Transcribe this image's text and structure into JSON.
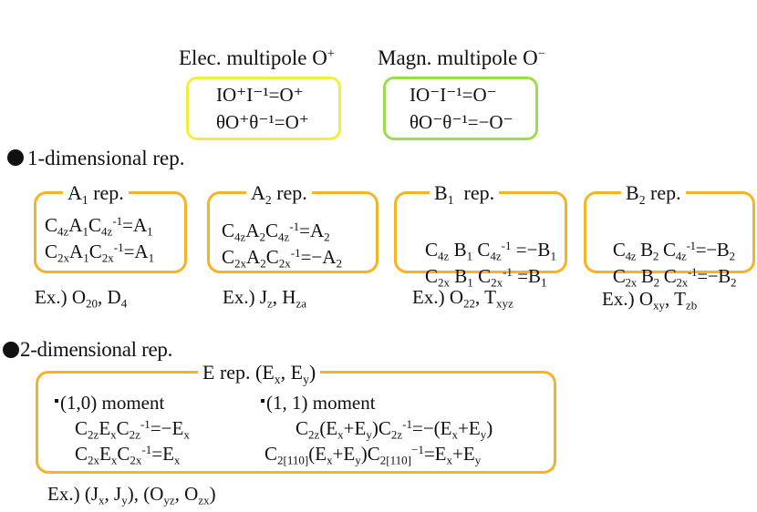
{
  "header": {
    "elec_label": "Elec. multipole O",
    "elec_sup": "+",
    "magn_label": "Magn. multipole O",
    "magn_sup": "−"
  },
  "box_elec": {
    "line1": "IO⁺I⁻¹=O⁺",
    "line2": "θO⁺θ⁻¹=O⁺"
  },
  "box_magn": {
    "line1": "IO⁻I⁻¹=O⁻",
    "line2": "θO⁻θ⁻¹=−O⁻"
  },
  "section1": {
    "heading": "1-dimensional rep."
  },
  "section2": {
    "heading": "2-dimensional rep."
  },
  "reps": {
    "a1": {
      "title": "A",
      "title_sub": "1",
      "title_suffix": " rep.",
      "eq1": {
        "c1": "C",
        "c1s": "4z",
        "x": "A",
        "xs": "1",
        "c2": "C",
        "c2s": "4z",
        "inv": "-1",
        "rhs": "=A",
        "rhs_s": "1"
      },
      "eq2": {
        "c1": "C",
        "c1s": "2x",
        "x": "A",
        "xs": "1",
        "c2": "C",
        "c2s": "2x",
        "inv": "-1",
        "rhs": "=A",
        "rhs_s": "1"
      },
      "ex": "Ex.) O",
      "ex_s1": "20",
      "ex_mid": ", D",
      "ex_s2": "4"
    },
    "a2": {
      "title": "A",
      "title_sub": "2",
      "title_suffix": " rep.",
      "eq1": {
        "c1": "C",
        "c1s": "4z",
        "x": "A",
        "xs": "2",
        "c2": "C",
        "c2s": "4z",
        "inv": "-1",
        "rhs": "=A",
        "rhs_s": "2"
      },
      "eq2": {
        "c1": "C",
        "c1s": "2x",
        "x": "A",
        "xs": "2",
        "c2": "C",
        "c2s": "2x",
        "inv": "-1",
        "rhs": "=−A",
        "rhs_s": "2"
      },
      "ex": "Ex.) J",
      "ex_s1": "z",
      "ex_mid": ", H",
      "ex_s2": "za"
    },
    "b1": {
      "title": "B",
      "title_sub": "1",
      "title_suffix": "  rep.",
      "eq1": {
        "c1": "C",
        "c1s": "4z",
        "x": " B",
        "xs": "1",
        "c2": " C",
        "c2s": "4z",
        "inv": "-1",
        "rhs": " =−B",
        "rhs_s": "1"
      },
      "eq2": {
        "c1": "C",
        "c1s": "2x",
        "x": " B",
        "xs": "1",
        "c2": " C",
        "c2s": "2x",
        "inv": "-1",
        "rhs": " =B",
        "rhs_s": "1"
      },
      "ex": "Ex.) O",
      "ex_s1": "22",
      "ex_mid": ", T",
      "ex_s2": "xyz"
    },
    "b2": {
      "title": "B",
      "title_sub": "2",
      "title_suffix": " rep.",
      "eq1": {
        "c1": "C",
        "c1s": "4z",
        "x": " B",
        "xs": "2",
        "c2": " C",
        "c2s": "4z",
        "inv": "-1",
        "rhs": "=−B",
        "rhs_s": "2"
      },
      "eq2": {
        "c1": "C",
        "c1s": "2x",
        "x": " B",
        "xs": "2",
        "c2": " C",
        "c2s": "2x",
        "inv": "-1",
        "rhs": "=−B",
        "rhs_s": "2"
      },
      "ex": "Ex.) O",
      "ex_s1": "xy",
      "ex_mid": ", T",
      "ex_s2": "zb"
    }
  },
  "erep": {
    "title": "E rep. (E",
    "t_s1": "x",
    "t_mid": ", E",
    "t_s2": "y",
    "t_end": ")",
    "col1_head": "(1,0) moment",
    "col2_head": "(1, 1) moment",
    "c1eq1": {
      "c": "C",
      "cs": "2z",
      "x": "E",
      "xs": "x",
      "c2": "C",
      "c2s": "2z",
      "inv": "-1",
      "rhs": "=−E",
      "rhs_s": "x"
    },
    "c1eq2": {
      "c": "C",
      "cs": "2x",
      "x": "E",
      "xs": "x",
      "c2": "C",
      "c2s": "2x",
      "inv": "-1",
      "rhs": "=E",
      "rhs_s": "x"
    },
    "c2eq1": {
      "c": "C",
      "cs": "2z",
      "p1": "(E",
      "p1s": "x",
      "p2": "+E",
      "p2s": "y",
      "p3": ")C",
      "p3s": "2z",
      "inv": "-1",
      "r1": "=−(E",
      "r1s": "x",
      "r2": "+E",
      "r2s": "y",
      "r3": ")"
    },
    "c2eq2": {
      "c": "C",
      "cs": "2[110]",
      "p1": "(E",
      "p1s": "x",
      "p2": "+E",
      "p2s": "y",
      "p3": ")C",
      "p3s": "2[110]",
      "inv": "−1",
      "r1": "=E",
      "r1s": "x",
      "r2": "+E",
      "r2s": "y",
      "r3": ""
    },
    "ex": "Ex.) (J",
    "ex_s1": "x",
    "ex_m1": ", J",
    "ex_s2": "y",
    "ex_m2": "), (O",
    "ex_s3": "yz",
    "ex_m3": ", O",
    "ex_s4": "zx",
    "ex_end": ")"
  },
  "colors": {
    "orange": "#F5B325",
    "yellow": "#F2EF3A",
    "green": "#9BDD4A"
  }
}
